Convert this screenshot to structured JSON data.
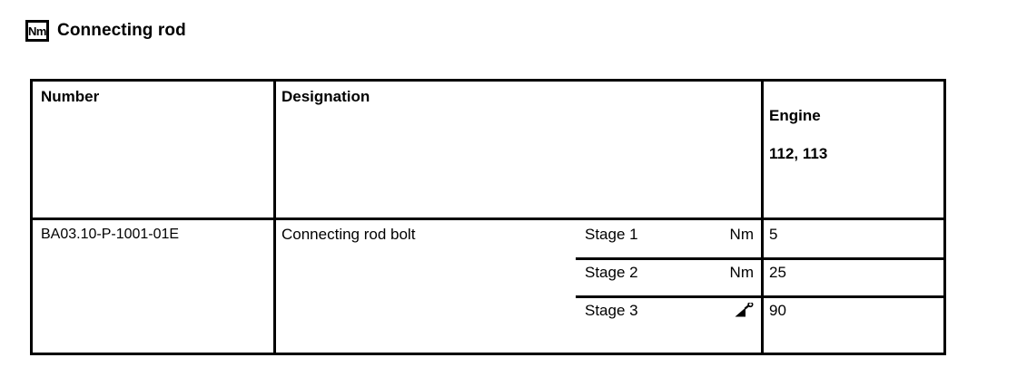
{
  "header": {
    "unit_badge": "Nm",
    "badge_icon": "nm-unit-icon",
    "title": "Connecting rod"
  },
  "table": {
    "columns": [
      {
        "key": "number",
        "label": "Number"
      },
      {
        "key": "designation",
        "label": "Designation"
      },
      {
        "key": "stage",
        "label": ""
      },
      {
        "key": "unit",
        "label": ""
      },
      {
        "key": "engine",
        "label": "Engine\n112, 113"
      }
    ],
    "engine_head_line1": "Engine",
    "engine_head_line2": "112, 113",
    "rows": [
      {
        "number": "BA03.10-P-1001-01E",
        "designation": "Connecting rod bolt",
        "stages": [
          {
            "stage": "Stage 1",
            "unit": "Nm",
            "unit_type": "text",
            "value": "5"
          },
          {
            "stage": "Stage 2",
            "unit": "Nm",
            "unit_type": "text",
            "value": "25"
          },
          {
            "stage": "Stage 3",
            "unit": "",
            "unit_type": "angle-icon",
            "value": "90"
          }
        ]
      }
    ]
  },
  "colors": {
    "border": "#000000",
    "background": "#ffffff",
    "text": "#000000"
  }
}
